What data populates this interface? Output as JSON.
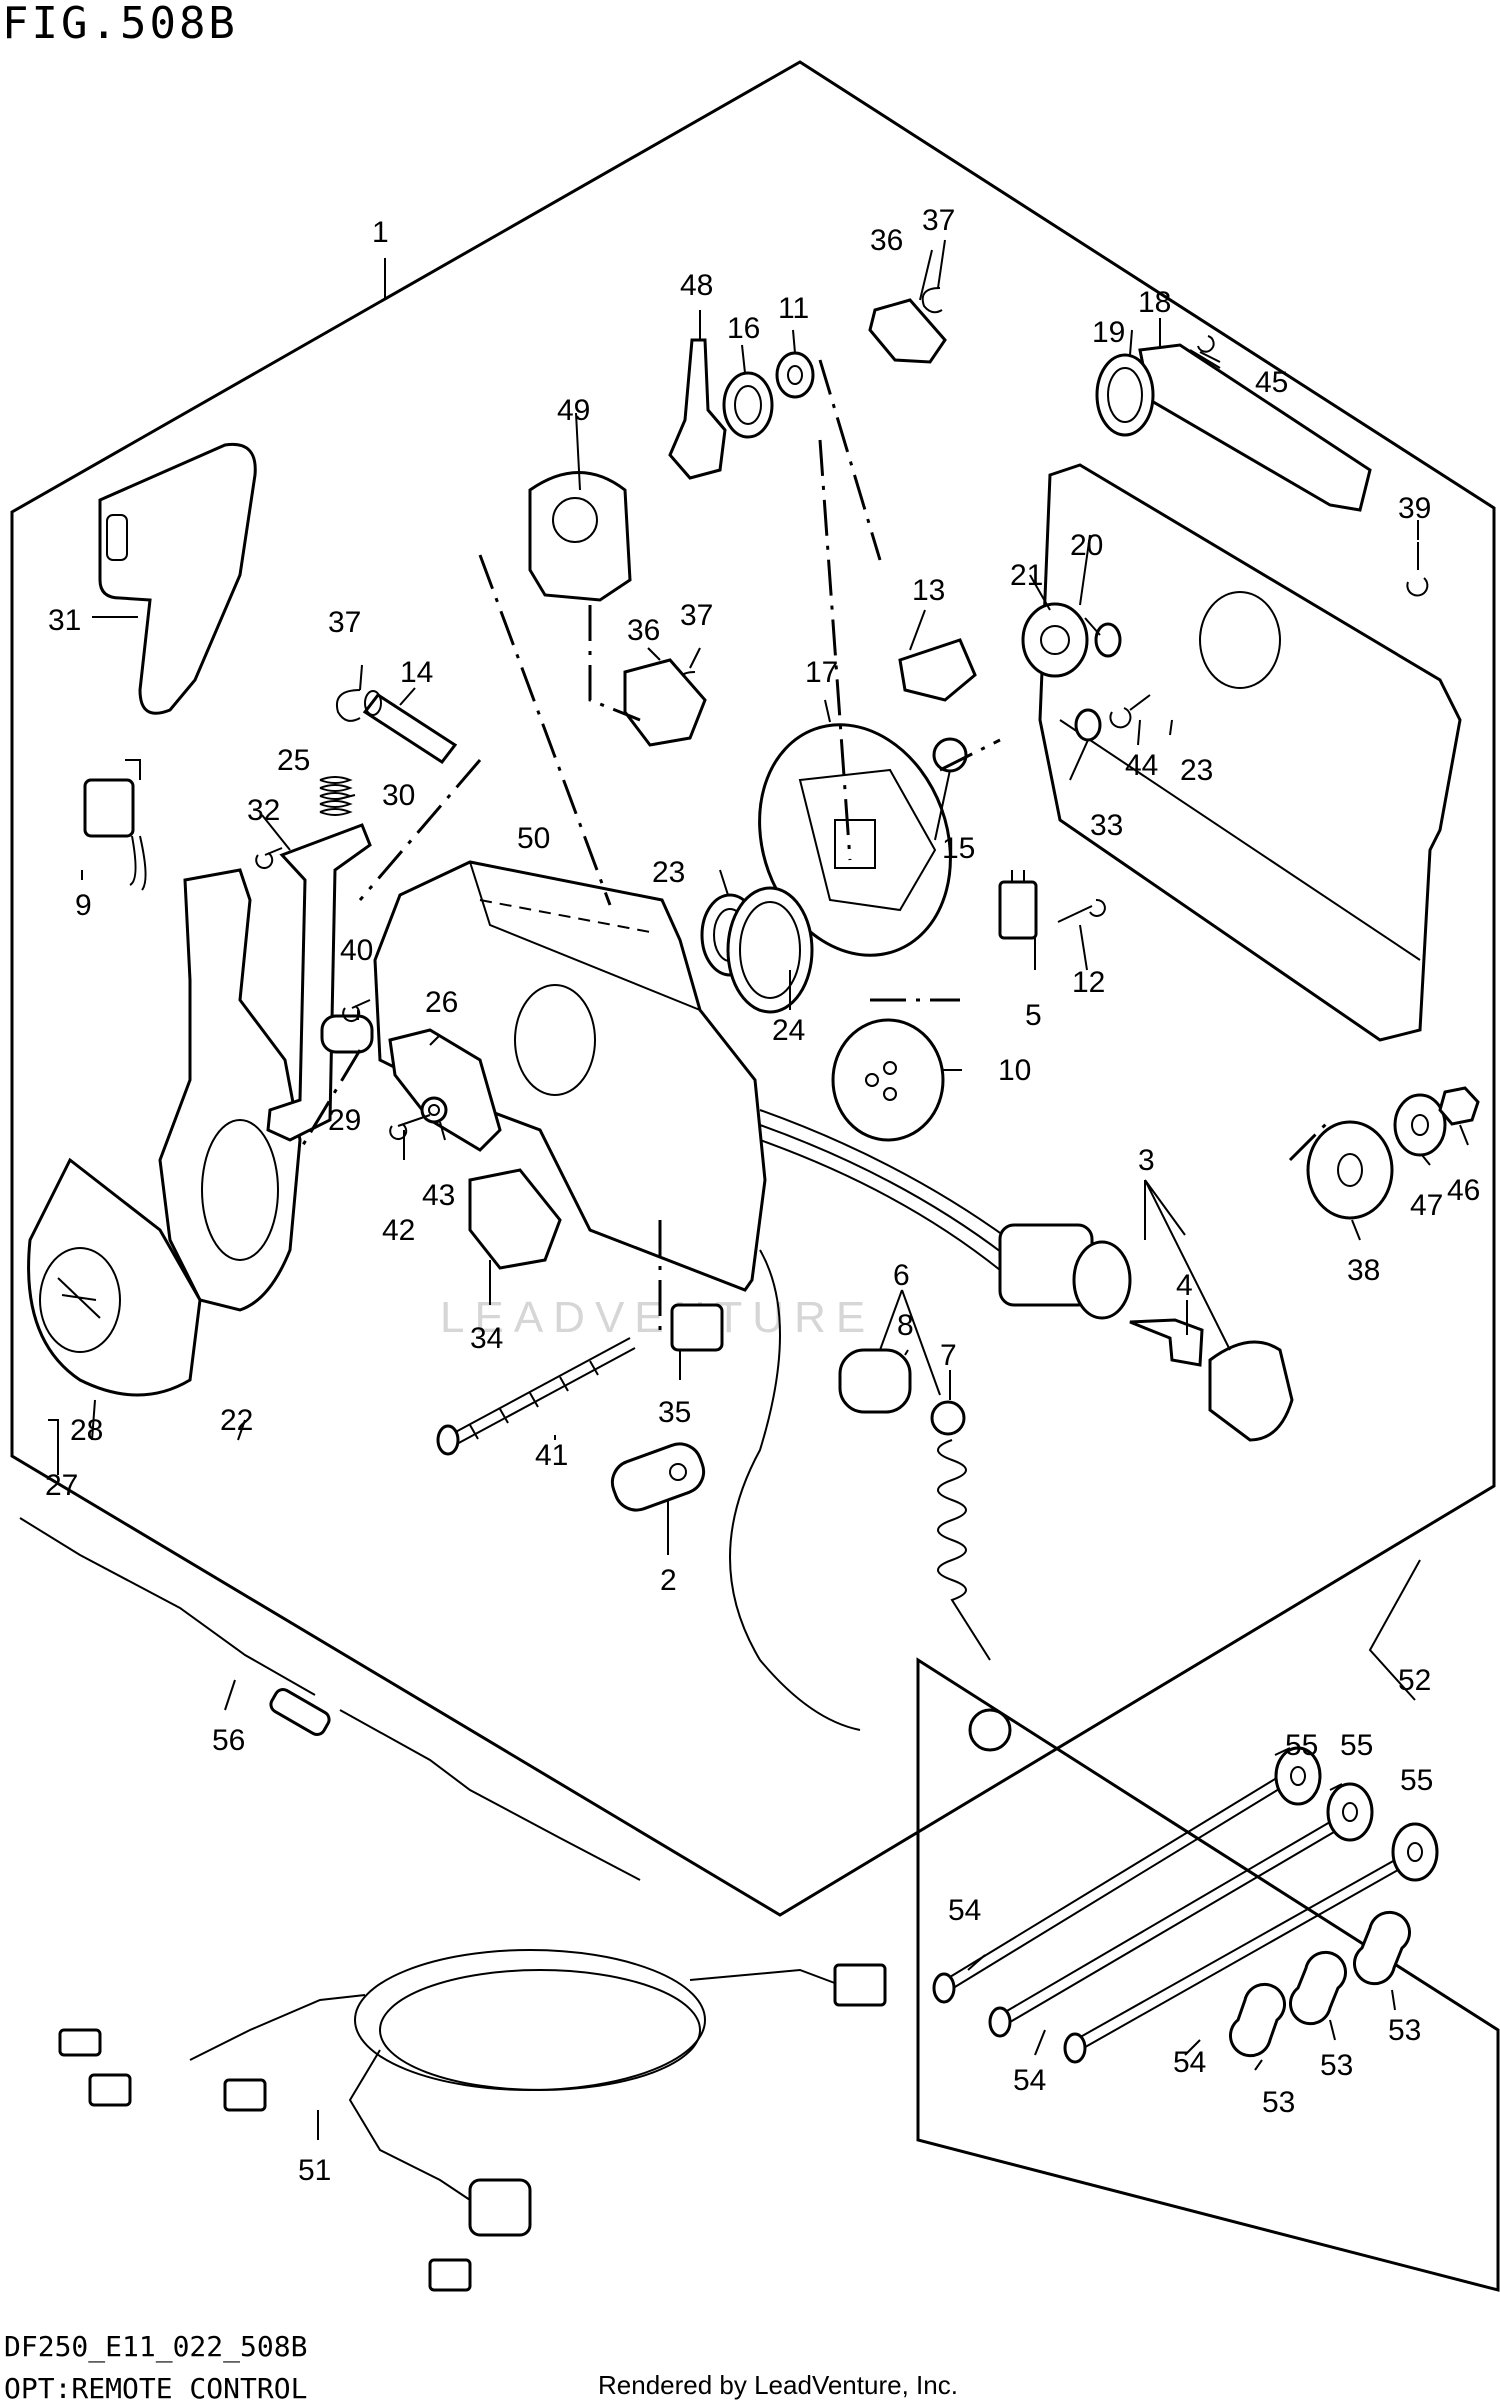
{
  "figure": {
    "title": "FIG.508B",
    "code": "DF250_E11_022_508B",
    "name": "OPT:REMOTE CONTROL",
    "credit": "Rendered by LeadVenture, Inc.",
    "watermark": "LEADVENTURE"
  },
  "callouts": [
    "1",
    "2",
    "3",
    "4",
    "5",
    "6",
    "7",
    "8",
    "9",
    "10",
    "11",
    "12",
    "13",
    "14",
    "15",
    "16",
    "17",
    "18",
    "19",
    "20",
    "21",
    "22",
    "23",
    "23",
    "24",
    "25",
    "26",
    "27",
    "28",
    "29",
    "30",
    "31",
    "32",
    "33",
    "34",
    "35",
    "36",
    "36",
    "37",
    "37",
    "37",
    "38",
    "39",
    "40",
    "41",
    "42",
    "43",
    "44",
    "45",
    "46",
    "47",
    "48",
    "49",
    "50",
    "51",
    "52",
    "53",
    "53",
    "53",
    "54",
    "54",
    "54",
    "55",
    "55",
    "55",
    "56"
  ]
}
